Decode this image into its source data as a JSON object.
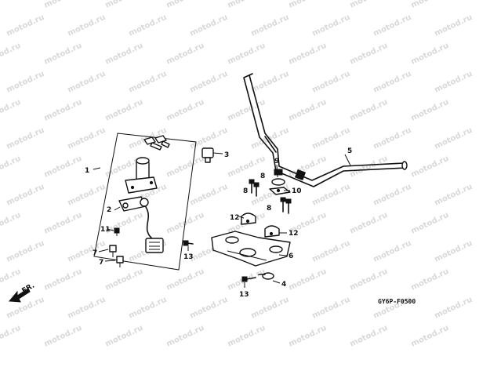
{
  "watermark_text": "motod.ru",
  "diagram_code": "GY6P-F0500",
  "direction_label": "FR.",
  "callouts": [
    "1",
    "2",
    "3",
    "4",
    "5",
    "6",
    "7",
    "7",
    "8",
    "8",
    "8",
    "9",
    "10",
    "11",
    "12",
    "12",
    "13",
    "13"
  ],
  "colors": {
    "ink": "#111111",
    "background": "#ffffff",
    "watermark": "#d9d9d9"
  }
}
